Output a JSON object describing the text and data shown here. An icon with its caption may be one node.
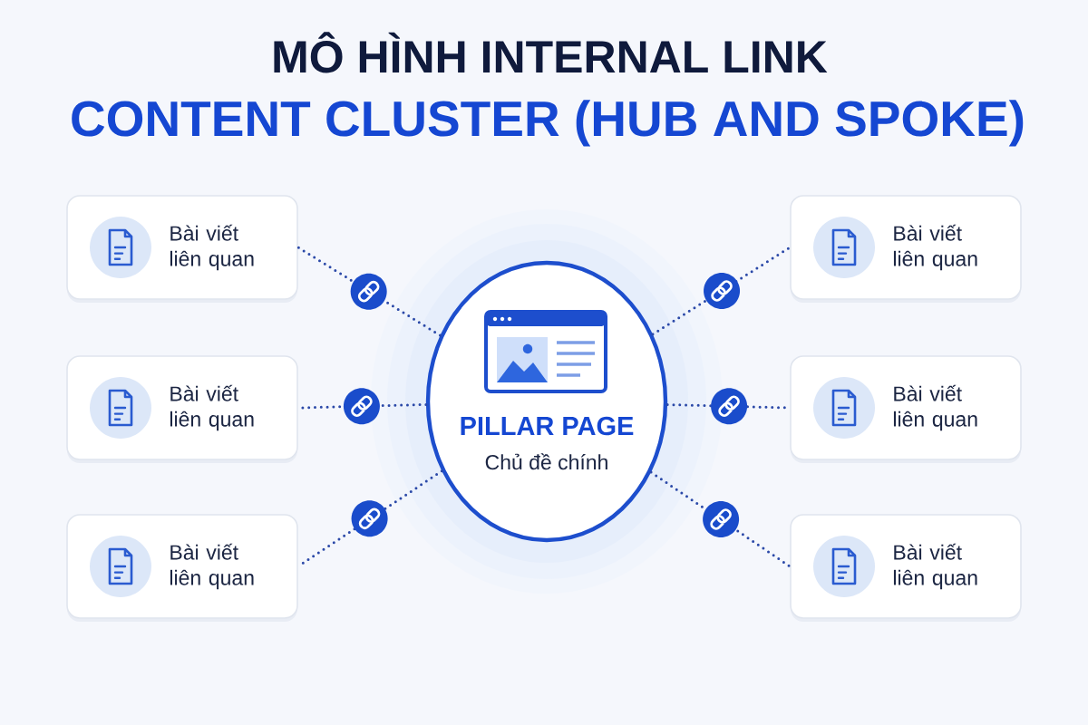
{
  "diagram": {
    "title": "MÔ HÌNH INTERNAL LINK",
    "nodes": [
      {
        "text": [
          "Bài viết liên quan"
        ]
      },
      {
        "text": [
          "Bài viết liên quan"
        ]
      },
      {
        "text": [
          "Bài viết liên quan"
        ]
      },
      {
        "text": [
          "PILLAR PAGE",
          "Chủ đề chính"
        ]
      },
      {
        "text": [
          "Bài viết liên quan"
        ]
      },
      {
        "text": [
          "Bài viết liên quan"
        ]
      },
      {
        "text": [
          "Bài viết liên quan"
        ]
      }
    ],
    "edges": [
      {
        "from": 3,
        "to": 0,
        "arrow": "none",
        "style": "dashed"
      },
      {
        "from": 3,
        "to": 1,
        "arrow": "none",
        "style": "dashed"
      },
      {
        "from": 3,
        "to": 2,
        "arrow": "none",
        "style": "dashed"
      },
      {
        "from": 3,
        "to": 4,
        "arrow": "none",
        "style": "dashed"
      },
      {
        "from": 3,
        "to": 5,
        "arrow": "none",
        "style": "dashed"
      },
      {
        "from": 3,
        "to": 6,
        "arrow": "none",
        "style": "dashed"
      }
    ],
    "labels": [
      "CONTENT CLUSTER (HUB AND SPOKE)"
    ]
  }
}
